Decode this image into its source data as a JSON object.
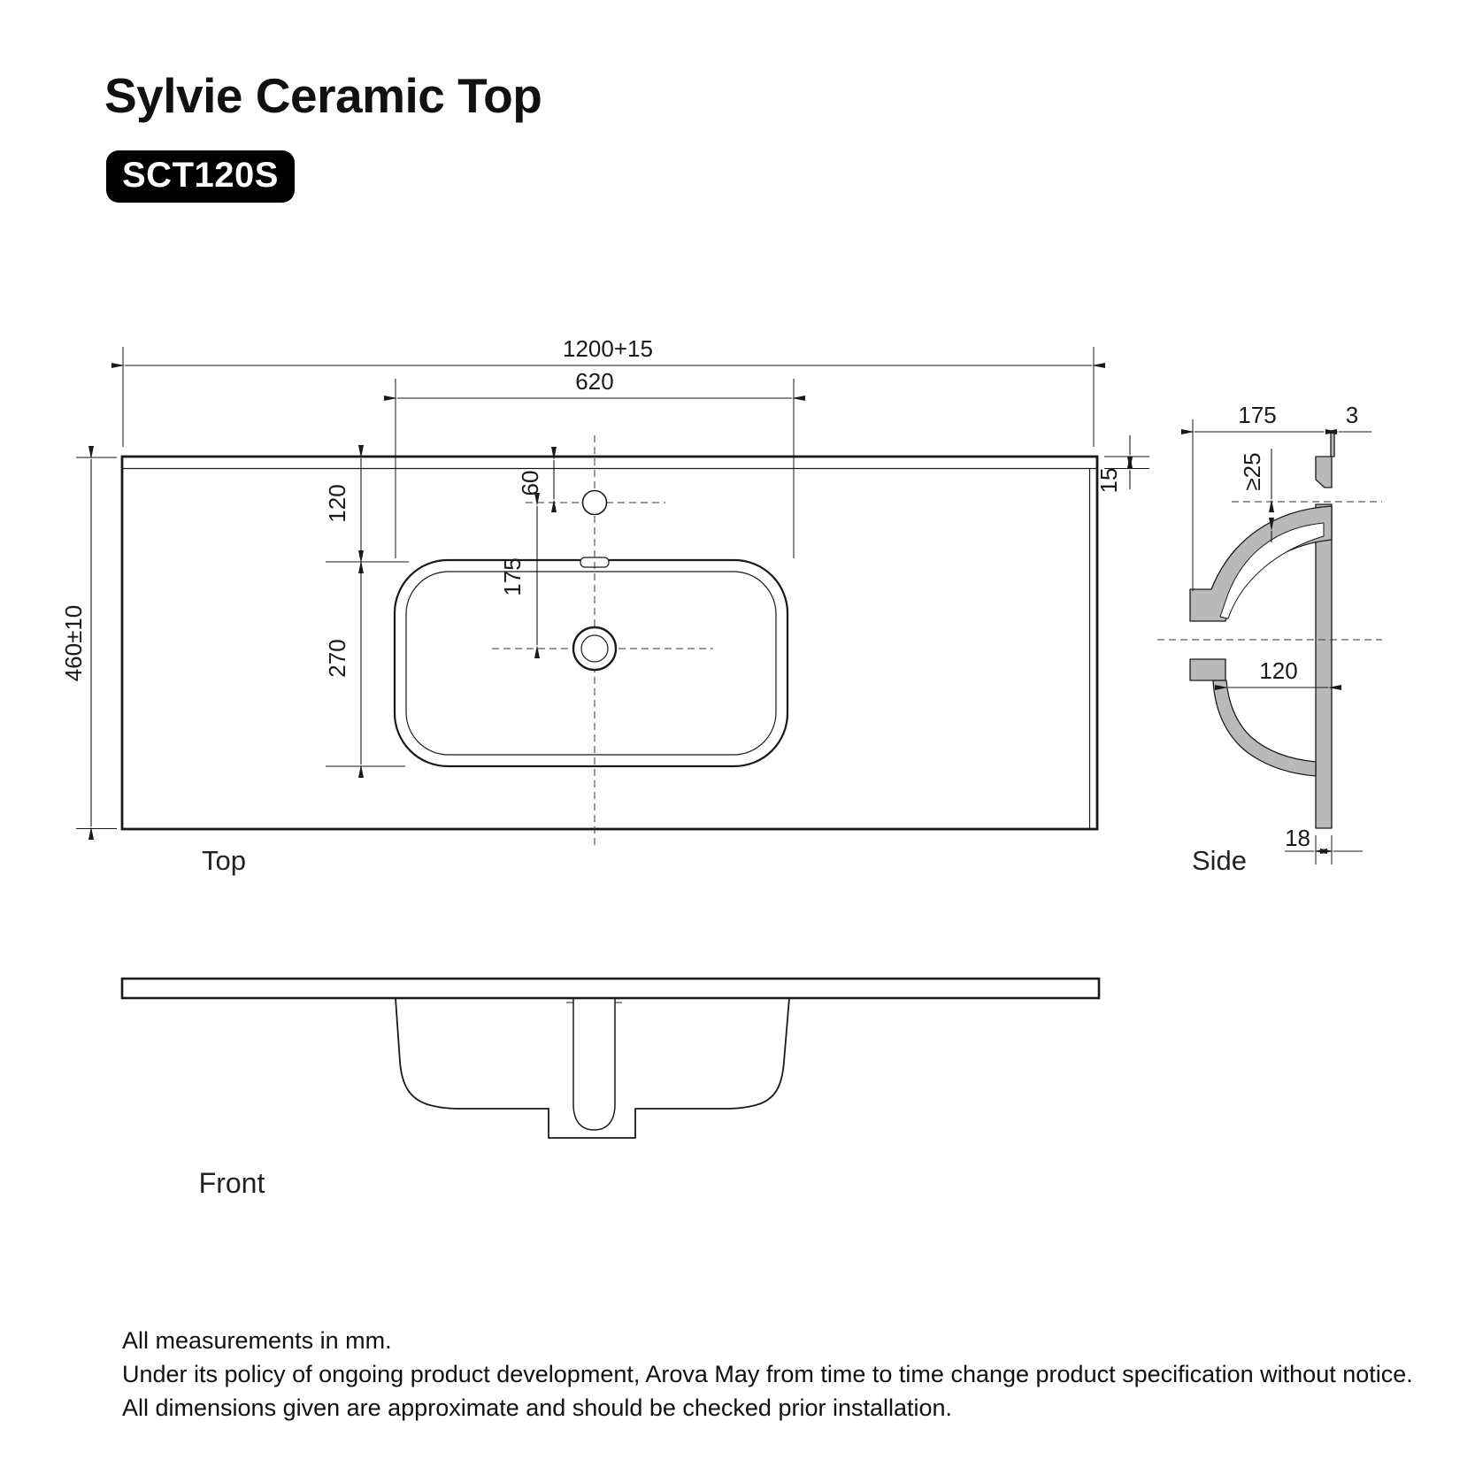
{
  "header": {
    "title": "Sylvie Ceramic Top",
    "model_badge": "SCT120S"
  },
  "views": {
    "top": {
      "label": "Top",
      "dims": {
        "overall_width": "1200+15",
        "basin_width": "620",
        "overall_depth": "460±10",
        "edge_to_basin": "120",
        "basin_front_back": "270",
        "faucet_from_edge": "60",
        "faucet_to_drain": "175"
      }
    },
    "side": {
      "label": "Side",
      "dims": {
        "top_thickness": "15",
        "deck_depth": "175",
        "edge_lip": "3",
        "clearance": "≥25",
        "bowl_width": "120",
        "outlet_width": "18"
      }
    },
    "front": {
      "label": "Front"
    }
  },
  "footer": {
    "note1": "All measurements in mm.",
    "note2": "Under its policy of ongoing product development,  Arova May from time to time change product specification without notice.",
    "note3": "All dimensions given are approximate and should be checked prior installation."
  },
  "colors": {
    "line": "#1a1a1a",
    "section_fill": "#b9b9b9",
    "badge_bg": "#000000",
    "badge_text": "#ffffff"
  }
}
